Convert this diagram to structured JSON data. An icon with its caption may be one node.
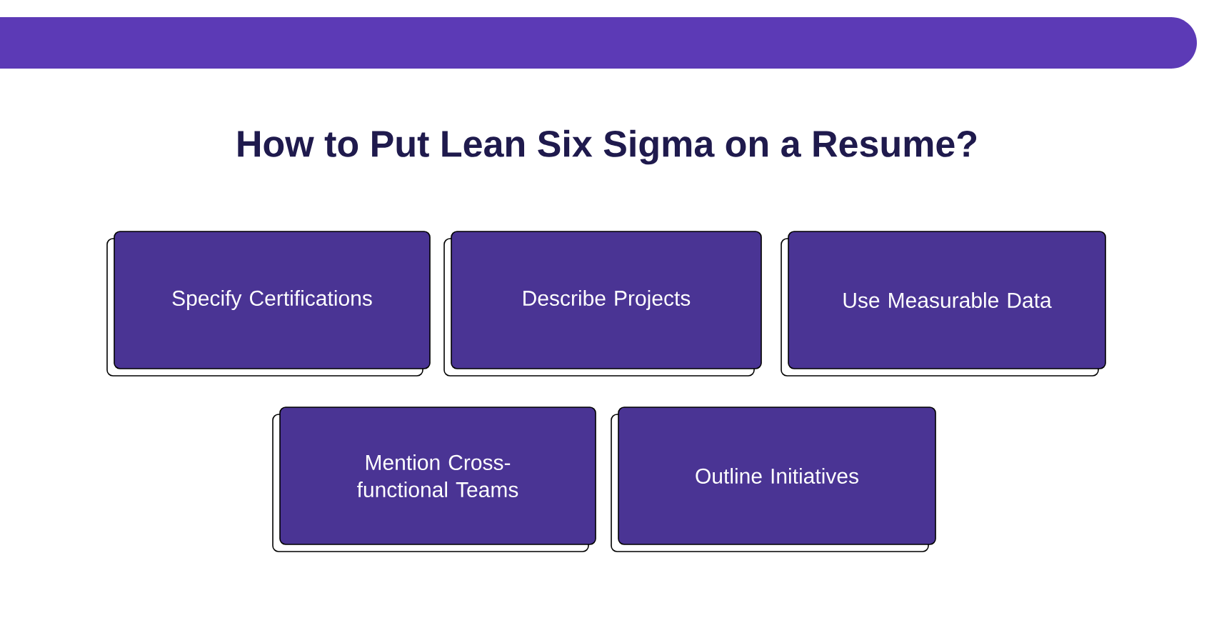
{
  "diagram": {
    "title": "How to Put Lean Six Sigma on a Resume?",
    "nodes": [
      {
        "text": [
          "Specify Certifications"
        ]
      },
      {
        "text": [
          "Describe Projects"
        ]
      },
      {
        "text": [
          "Use Measurable Data"
        ]
      },
      {
        "text": [
          "Mention Cross-functional Teams"
        ]
      },
      {
        "text": [
          "Outline Initiatives"
        ]
      }
    ]
  }
}
